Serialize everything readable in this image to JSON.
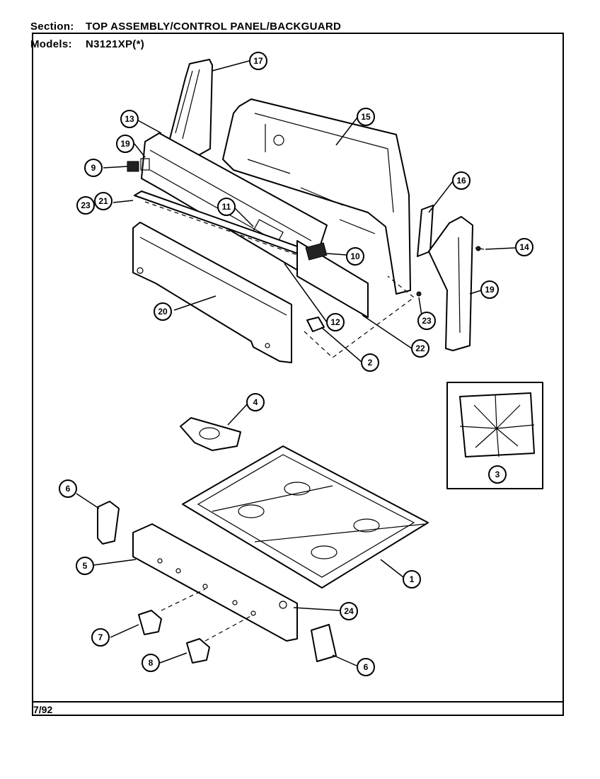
{
  "header": {
    "section_label": "Section:",
    "section_value": "TOP ASSEMBLY/CONTROL PANEL/BACKGUARD",
    "models_label": "Models:",
    "models_value": "N3121XP(*)"
  },
  "revision_date": "7/92",
  "callouts": [
    {
      "id": "17",
      "label": "17"
    },
    {
      "id": "15",
      "label": "15"
    },
    {
      "id": "13",
      "label": "13"
    },
    {
      "id": "19a",
      "label": "19"
    },
    {
      "id": "9",
      "label": "9"
    },
    {
      "id": "16",
      "label": "16"
    },
    {
      "id": "23a",
      "label": "23"
    },
    {
      "id": "21",
      "label": "21"
    },
    {
      "id": "11",
      "label": "11"
    },
    {
      "id": "10",
      "label": "10"
    },
    {
      "id": "14",
      "label": "14"
    },
    {
      "id": "19b",
      "label": "19"
    },
    {
      "id": "20",
      "label": "20"
    },
    {
      "id": "12",
      "label": "12"
    },
    {
      "id": "23b",
      "label": "23"
    },
    {
      "id": "22",
      "label": "22"
    },
    {
      "id": "2",
      "label": "2"
    },
    {
      "id": "4",
      "label": "4"
    },
    {
      "id": "3",
      "label": "3"
    },
    {
      "id": "6a",
      "label": "6"
    },
    {
      "id": "5",
      "label": "5"
    },
    {
      "id": "1",
      "label": "1"
    },
    {
      "id": "24",
      "label": "24"
    },
    {
      "id": "7",
      "label": "7"
    },
    {
      "id": "8",
      "label": "8"
    },
    {
      "id": "6b",
      "label": "6"
    }
  ]
}
